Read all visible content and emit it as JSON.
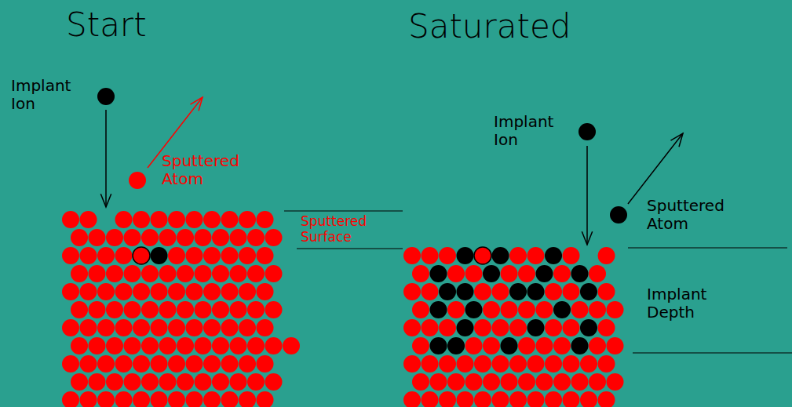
{
  "diagram": {
    "labels": [
      "Start",
      "Saturated",
      "Implant Ion",
      "Sputtered Atom",
      "Sputtered Surface",
      "Implant Ion",
      "Sputtered Atom",
      "Implant Depth"
    ]
  }
}
